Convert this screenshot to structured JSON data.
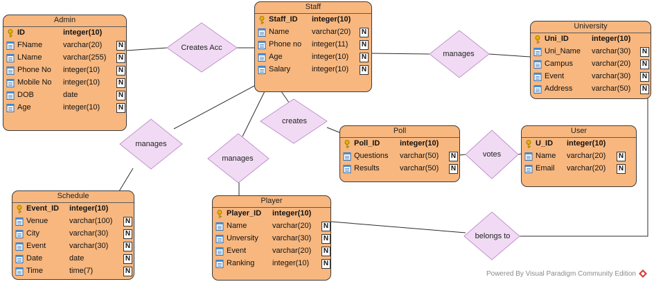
{
  "entities": [
    {
      "id": "admin",
      "title": "Admin",
      "fields": [
        {
          "name": "ID",
          "type": "integer(10)",
          "pk": true,
          "nullable": false
        },
        {
          "name": "FName",
          "type": "varchar(20)",
          "pk": false,
          "nullable": true
        },
        {
          "name": "LName",
          "type": "varchar(255)",
          "pk": false,
          "nullable": true
        },
        {
          "name": "Phone No",
          "type": "integer(10)",
          "pk": false,
          "nullable": true
        },
        {
          "name": "Mobile No",
          "type": "integer(10)",
          "pk": false,
          "nullable": true
        },
        {
          "name": "DOB",
          "type": "date",
          "pk": false,
          "nullable": true
        },
        {
          "name": "Age",
          "type": "integer(10)",
          "pk": false,
          "nullable": true
        }
      ]
    },
    {
      "id": "staff",
      "title": "Staff",
      "fields": [
        {
          "name": "Staff_ID",
          "type": "integer(10)",
          "pk": true,
          "nullable": false
        },
        {
          "name": "Name",
          "type": "varchar(20)",
          "pk": false,
          "nullable": true
        },
        {
          "name": "Phone no",
          "type": "integer(11)",
          "pk": false,
          "nullable": true
        },
        {
          "name": "Age",
          "type": "integer(10)",
          "pk": false,
          "nullable": true
        },
        {
          "name": "Salary",
          "type": "integer(10)",
          "pk": false,
          "nullable": true
        }
      ]
    },
    {
      "id": "university",
      "title": "University",
      "fields": [
        {
          "name": "Uni_ID",
          "type": "integer(10)",
          "pk": true,
          "nullable": false
        },
        {
          "name": "Uni_Name",
          "type": "varchar(30)",
          "pk": false,
          "nullable": true
        },
        {
          "name": "Campus",
          "type": "varchar(20)",
          "pk": false,
          "nullable": true
        },
        {
          "name": "Event",
          "type": "varchar(30)",
          "pk": false,
          "nullable": true
        },
        {
          "name": "Address",
          "type": "varchar(50)",
          "pk": false,
          "nullable": true
        }
      ]
    },
    {
      "id": "poll",
      "title": "Poll",
      "fields": [
        {
          "name": "Poll_ID",
          "type": "integer(10)",
          "pk": true,
          "nullable": false
        },
        {
          "name": "Questions",
          "type": "varchar(50)",
          "pk": false,
          "nullable": true
        },
        {
          "name": "Results",
          "type": "varchar(50)",
          "pk": false,
          "nullable": true
        }
      ]
    },
    {
      "id": "user",
      "title": "User",
      "fields": [
        {
          "name": "U_ID",
          "type": "integer(10)",
          "pk": true,
          "nullable": false
        },
        {
          "name": "Name",
          "type": "varchar(20)",
          "pk": false,
          "nullable": true
        },
        {
          "name": "Email",
          "type": "varchar(20)",
          "pk": false,
          "nullable": true
        }
      ]
    },
    {
      "id": "schedule",
      "title": "Schedule",
      "fields": [
        {
          "name": "Event_ID",
          "type": "integer(10)",
          "pk": true,
          "nullable": false
        },
        {
          "name": "Venue",
          "type": "varchar(100)",
          "pk": false,
          "nullable": true
        },
        {
          "name": "City",
          "type": "varchar(30)",
          "pk": false,
          "nullable": true
        },
        {
          "name": "Event",
          "type": "varchar(30)",
          "pk": false,
          "nullable": true
        },
        {
          "name": "Date",
          "type": "date",
          "pk": false,
          "nullable": true
        },
        {
          "name": "Time",
          "type": "time(7)",
          "pk": false,
          "nullable": true
        }
      ]
    },
    {
      "id": "player",
      "title": "Player",
      "fields": [
        {
          "name": "Player_ID",
          "type": "integer(10)",
          "pk": true,
          "nullable": false
        },
        {
          "name": "Name",
          "type": "varchar(20)",
          "pk": false,
          "nullable": true
        },
        {
          "name": "Unversity",
          "type": "varchar(30)",
          "pk": false,
          "nullable": true
        },
        {
          "name": "Event",
          "type": "varchar(20)",
          "pk": false,
          "nullable": true
        },
        {
          "name": "Ranking",
          "type": "integer(10)",
          "pk": false,
          "nullable": true
        }
      ]
    }
  ],
  "relationships": [
    {
      "id": "creates-acc",
      "label": "Creates Acc",
      "between": [
        "admin",
        "staff"
      ]
    },
    {
      "id": "manages-university",
      "label": "manages",
      "between": [
        "staff",
        "university"
      ]
    },
    {
      "id": "creates-poll",
      "label": "creates",
      "between": [
        "staff",
        "poll"
      ]
    },
    {
      "id": "votes",
      "label": "votes",
      "between": [
        "poll",
        "user"
      ]
    },
    {
      "id": "manages-schedule",
      "label": "manages",
      "between": [
        "staff",
        "schedule"
      ]
    },
    {
      "id": "manages-player",
      "label": "manages",
      "between": [
        "staff",
        "player"
      ]
    },
    {
      "id": "belongs-to",
      "label": "belongs to",
      "between": [
        "player",
        "university"
      ]
    }
  ],
  "nullable_marker": "N",
  "footer": {
    "text": "Powered By  Visual Paradigm Community Edition"
  },
  "colors": {
    "entity_fill": "#f7b77f",
    "relationship_fill": "#f1dbf4",
    "relationship_stroke": "#c090cc",
    "key_icon": "#e8b400",
    "field_icon": "#4a90d9"
  }
}
